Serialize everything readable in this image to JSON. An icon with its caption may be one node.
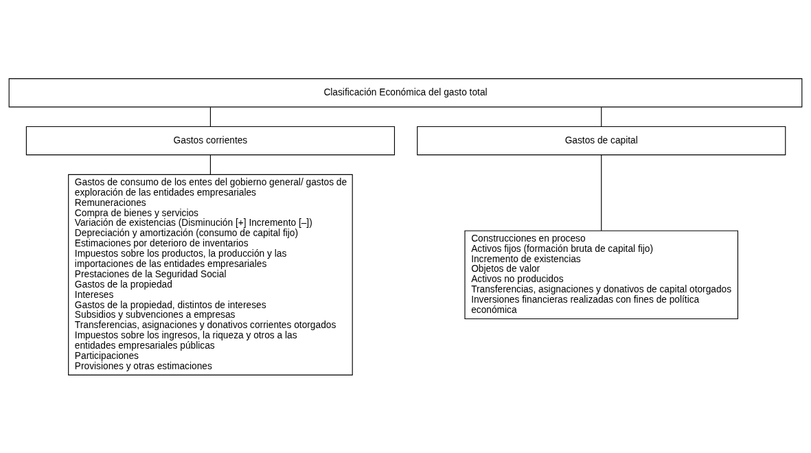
{
  "diagram": {
    "nodes": [
      {
        "text": [
          "Clasificación Económica del gasto total"
        ]
      },
      {
        "text": [
          "Gastos corrientes"
        ]
      },
      {
        "text": [
          "Gastos de capital"
        ]
      },
      {
        "text": [
          "Gastos de consumo de los entes del gobierno general/ gastos de exploración de las entidades empresariales",
          "Remuneraciones",
          "Compra de bienes y servicios",
          "Variación de existencias (Disminución [+] Incremento [–])",
          "Depreciación y amortización (consumo de capital fijo)",
          "Estimaciones por deterioro de inventarios",
          "Impuestos sobre los productos, la producción y las importaciones de las entidades empresariales",
          "Prestaciones de la Seguridad Social",
          "Gastos de la propiedad",
          "Intereses",
          "Gastos de la propiedad, distintos de intereses",
          "Subsidios y subvenciones a empresas",
          "Transferencias, asignaciones y donativos corrientes otorgados",
          "Impuestos sobre los ingresos, la riqueza y otros a las entidades empresariales públicas",
          "Participaciones",
          "Provisiones y otras estimaciones"
        ]
      },
      {
        "text": [
          "Construcciones en proceso",
          "Activos fijos (formación bruta de capital fijo)",
          "Incremento de existencias",
          "Objetos de valor",
          "Activos no producidos",
          "Transferencias, asignaciones y donativos de capital otorgados",
          "Inversiones financieras realizadas con fines de política económica"
        ]
      }
    ],
    "edges": [
      {
        "from": 0,
        "to": 1,
        "arrow": "none"
      },
      {
        "from": 0,
        "to": 2,
        "arrow": "none"
      },
      {
        "from": 1,
        "to": 3,
        "arrow": "none"
      },
      {
        "from": 2,
        "to": 4,
        "arrow": "none"
      }
    ]
  }
}
